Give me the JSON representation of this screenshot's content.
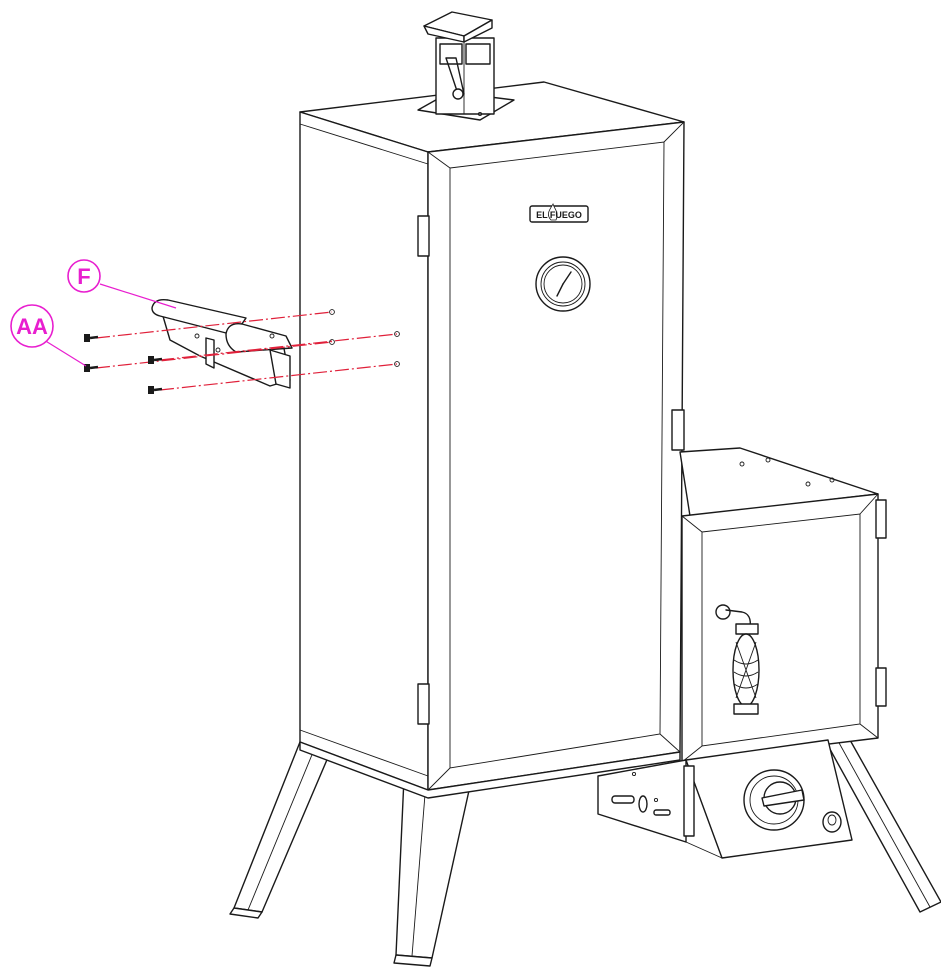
{
  "brand": {
    "logo_text": "EL FUEGO"
  },
  "callouts": [
    {
      "id": "F",
      "label": "F"
    },
    {
      "id": "AA",
      "label": "AA"
    }
  ],
  "colors": {
    "callout": "#e81ecf",
    "assembly_line": "#e0203a",
    "outline": "#1a1a1a",
    "background": "#ffffff"
  },
  "icons": [
    "thermometer-gauge-icon",
    "control-knob-icon",
    "ignition-button-icon",
    "door-handle-icon"
  ]
}
